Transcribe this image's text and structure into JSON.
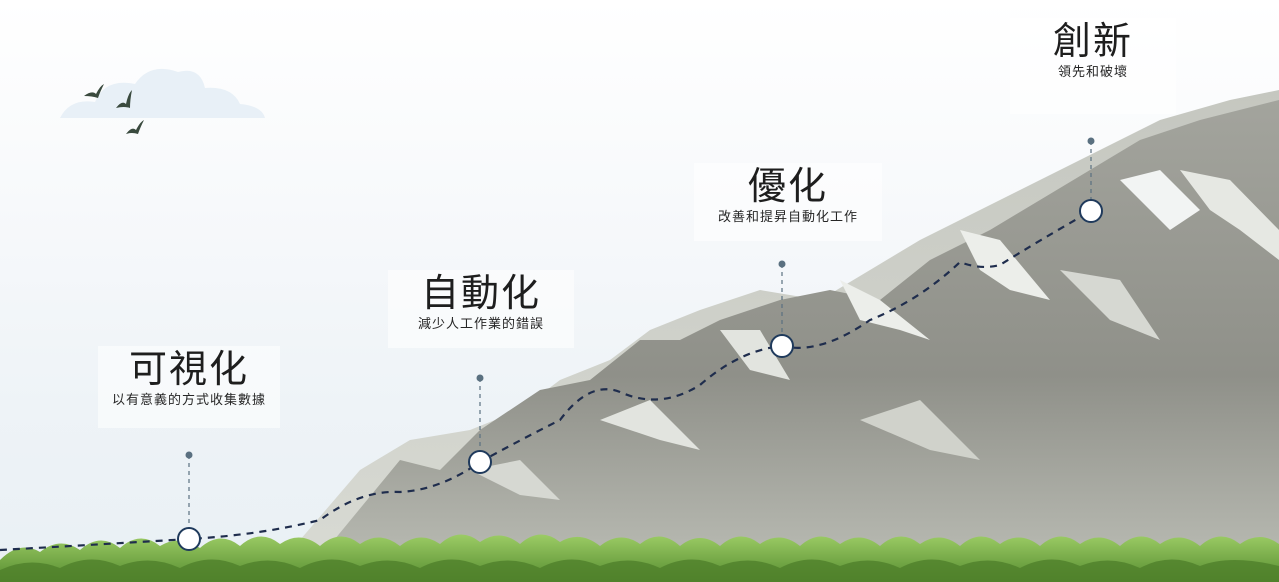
{
  "milestones": [
    {
      "title": "可視化",
      "subtitle": "以有意義的方式收集數據"
    },
    {
      "title": "自動化",
      "subtitle": "減少人工作業的錯誤"
    },
    {
      "title": "優化",
      "subtitle": "改善和提昇自動化工作"
    },
    {
      "title": "創新",
      "subtitle": "領先和破壞"
    }
  ],
  "icons": {
    "birds": "bird-icon",
    "cloud": "cloud-icon",
    "mountain": "mountain-icon",
    "grass": "grass-icon"
  },
  "colors": {
    "path_line": "#1f2d4d",
    "marker_stroke": "#1f3a5c",
    "pin": "#5a7080",
    "mountain_dark": "#8c8d86",
    "mountain_light": "#c9cbc4",
    "snow": "#f2f4f3",
    "grass": "#7cb342"
  }
}
